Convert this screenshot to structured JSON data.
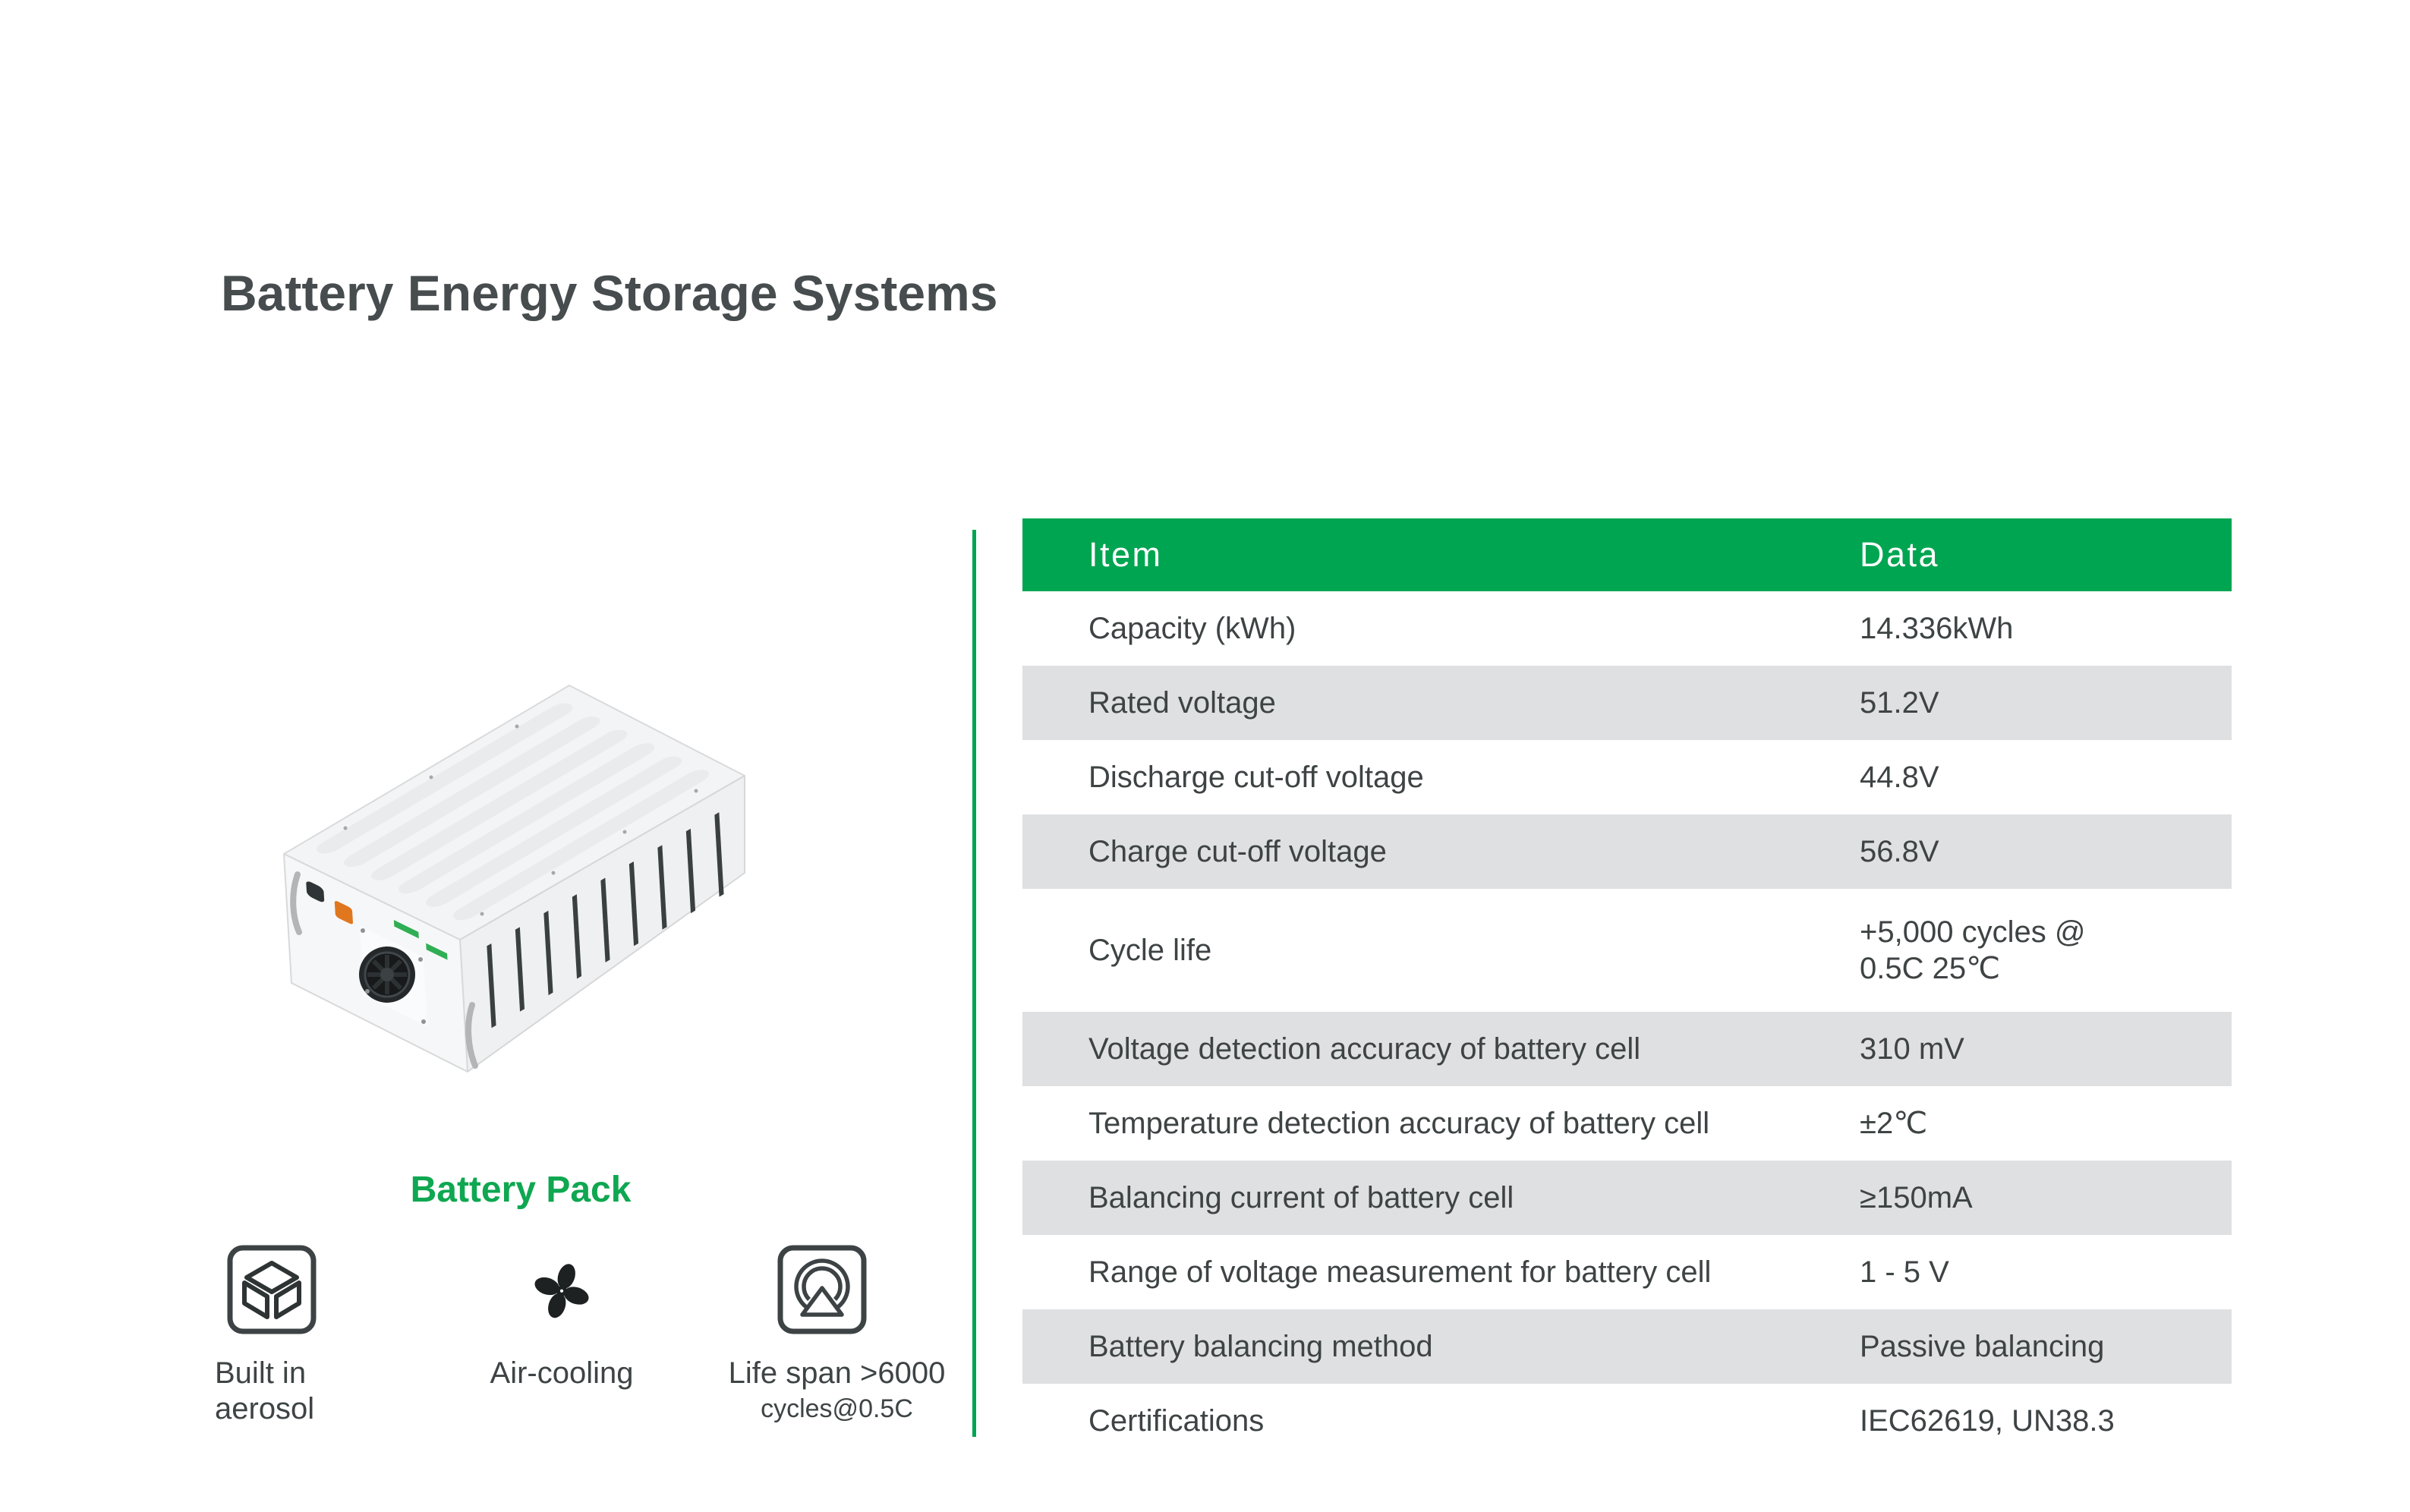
{
  "page": {
    "title": "Battery Energy Storage Systems"
  },
  "left_panel": {
    "caption": "Battery Pack",
    "features": [
      {
        "icon": "cube-box-icon",
        "line1": "Built in",
        "line2": "aerosol"
      },
      {
        "icon": "fan-icon",
        "line1": "Air-cooling",
        "line2": ""
      },
      {
        "icon": "lifespan-circle-triangle-icon",
        "line1": "Life span >6000",
        "line2": "cycles@0.5C"
      }
    ]
  },
  "spec_table": {
    "header": {
      "item": "Item",
      "data": "Data"
    },
    "rows": [
      {
        "item": "Capacity (kWh)",
        "data": "14.336kWh"
      },
      {
        "item": "Rated voltage",
        "data": "51.2V"
      },
      {
        "item": "Discharge cut-off voltage",
        "data": "44.8V"
      },
      {
        "item": "Charge cut-off voltage",
        "data": "56.8V"
      },
      {
        "item": "Cycle life",
        "data": "+5,000 cycles @\n0.5C 25℃"
      },
      {
        "item": "Voltage detection accuracy of battery cell",
        "data": "310 mV"
      },
      {
        "item": "Temperature detection accuracy of battery cell",
        "data": "±2℃"
      },
      {
        "item": "Balancing current of battery cell",
        "data": "≥150mA"
      },
      {
        "item": "Range of voltage measurement for battery cell",
        "data": "1 - 5 V"
      },
      {
        "item": "Battery balancing method",
        "data": "Passive balancing"
      },
      {
        "item": "Certifications",
        "data": "IEC62619, UN38.3"
      }
    ]
  },
  "colors": {
    "accent_green": "#00A551",
    "caption_green": "#0FA751",
    "row_shade": "#DFE0E2",
    "title_text": "#474C4E",
    "body_text": "#3E4344",
    "header_text": "#FFFFFF"
  }
}
